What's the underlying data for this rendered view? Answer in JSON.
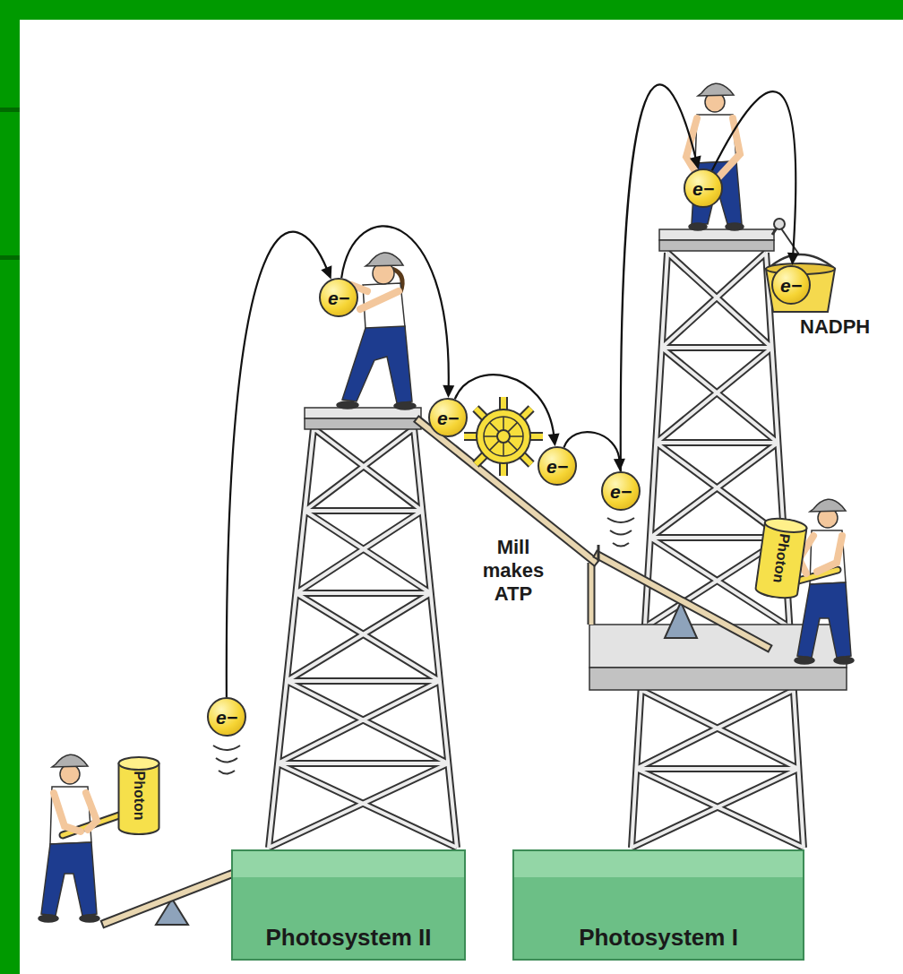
{
  "diagram": {
    "nodes": [
      {
        "text": [
          "e−"
        ]
      },
      {
        "text": [
          "e−"
        ]
      },
      {
        "text": [
          "e−"
        ]
      },
      {
        "text": [
          "e−"
        ]
      },
      {
        "text": [
          "e−"
        ]
      },
      {
        "text": [
          "e−"
        ]
      },
      {
        "text": [
          "e−"
        ]
      },
      {
        "text": [
          "Photon"
        ]
      },
      {
        "text": [
          "Photon"
        ]
      },
      {
        "text": [
          "Photosystem II"
        ]
      },
      {
        "text": [
          "Photosystem I"
        ]
      }
    ],
    "edges": [
      {
        "from": 0,
        "to": 1,
        "arrow": "to"
      },
      {
        "from": 1,
        "to": 2,
        "arrow": "to"
      },
      {
        "from": 2,
        "to": 3,
        "arrow": "to"
      },
      {
        "from": 3,
        "to": 4,
        "arrow": "to"
      },
      {
        "from": 4,
        "to": 5,
        "arrow": "to"
      },
      {
        "from": 5,
        "to": 6,
        "arrow": "to"
      }
    ],
    "labels": [
      "Mill makes ATP",
      "NADPH"
    ]
  }
}
